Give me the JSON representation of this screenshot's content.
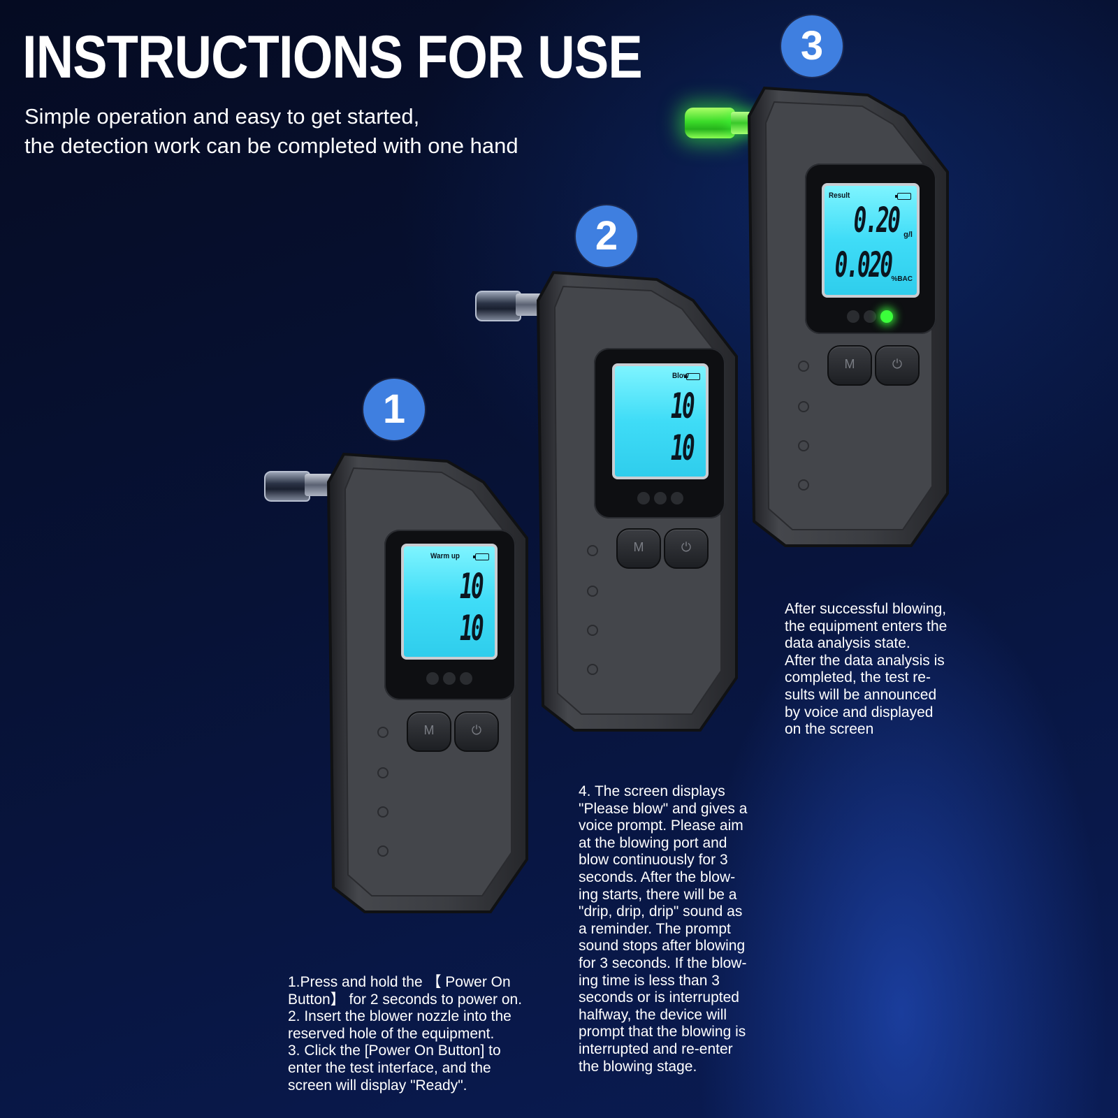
{
  "header": {
    "title": "INSTRUCTIONS FOR USE",
    "subtitle_lines": [
      "Simple operation and easy to get started,",
      "the detection work can be completed with one hand"
    ]
  },
  "steps": [
    {
      "badge": "1",
      "screen": {
        "mode": "Warm up",
        "line1": "10",
        "line2": "10"
      },
      "buttons": {
        "m": "M",
        "power": "⏻"
      },
      "description_lines": [
        "1.Press and hold the 【 Power On",
        "Button】 for 2 seconds to power on.",
        "2. Insert the blower nozzle into the",
        "reserved hole of the equipment.",
        "3. Click the [Power On Button] to",
        "enter the test interface, and the",
        "screen will display \"Ready\"."
      ]
    },
    {
      "badge": "2",
      "screen": {
        "mode": "Blow",
        "line1": "10",
        "line2": "10"
      },
      "buttons": {
        "m": "M",
        "power": "⏻"
      },
      "description_lines": [
        "4. The screen displays",
        "\"Please blow\" and gives a",
        "voice prompt. Please aim",
        "at the blowing port and",
        "blow continuously for 3",
        "seconds. After the blow-",
        "ing starts, there will be a",
        "\"drip, drip, drip\" sound as",
        "a reminder. The prompt",
        "sound stops after blowing",
        "for 3 seconds. If the blow-",
        "ing time is less than 3",
        "seconds or is interrupted",
        "halfway, the device will",
        "prompt that the blowing is",
        "interrupted and re-enter",
        "the blowing stage."
      ]
    },
    {
      "badge": "3",
      "screen": {
        "mode": "Result",
        "line1": "0.20",
        "unit1": "g/l",
        "line2": "0.020",
        "unit2": "%BAC"
      },
      "buttons": {
        "m": "M",
        "power": "⏻"
      },
      "description_lines": [
        "After successful blowing,",
        "the equipment enters the",
        "data analysis state.",
        "After the data analysis is",
        "completed, the test re-",
        "sults will be announced",
        "by voice and displayed",
        "on the screen"
      ]
    }
  ],
  "colors": {
    "badge": "#3f7fe0",
    "lcd": "#3fdcf7",
    "indicator_green": "#3bff3b",
    "device_body": "#3b3d42"
  }
}
